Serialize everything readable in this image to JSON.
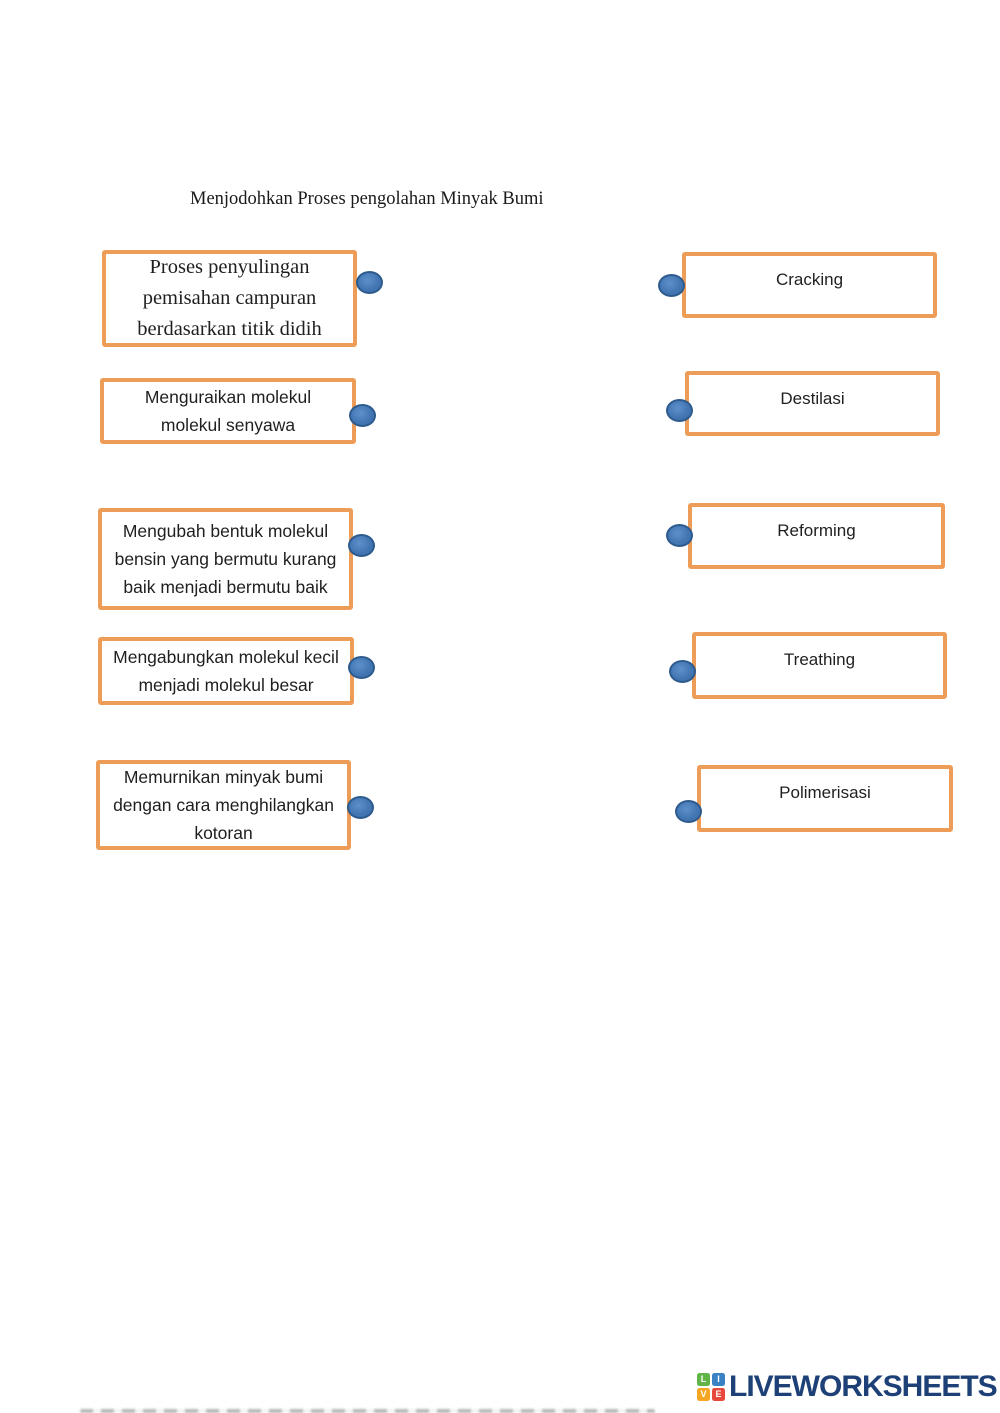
{
  "page": {
    "title": "Menjodohkan Proses pengolahan Minyak Bumi"
  },
  "colors": {
    "box_border_orange": "#ED9D57",
    "dot_fill_blue": "#4478B5",
    "dot_outline_blue": "#2E5B8E",
    "text_ink": "#1F1F1F",
    "brand_navy": "#1D4077"
  },
  "matching": {
    "left": [
      {
        "text": "Proses penyulingan\npemisahan campuran\nberdasarkan titik didih"
      },
      {
        "text": "Menguraikan molekul\nmolekul senyawa"
      },
      {
        "text": "Mengubah bentuk molekul\nbensin yang bermutu kurang\nbaik menjadi bermutu baik"
      },
      {
        "text": "Mengabungkan molekul kecil\nmenjadi molekul besar"
      },
      {
        "text": "Memurnikan minyak bumi\ndengan cara menghilangkan\nkotoran"
      }
    ],
    "right": [
      {
        "label": "Cracking"
      },
      {
        "label": "Destilasi"
      },
      {
        "label": "Reforming"
      },
      {
        "label": "Treathing"
      },
      {
        "label": "Polimerisasi"
      }
    ]
  },
  "footer": {
    "brand": "LIVEWORKSHEETS",
    "tiles": [
      {
        "letter": "L",
        "color": "#61B546"
      },
      {
        "letter": "I",
        "color": "#3B82C4"
      },
      {
        "letter": "V",
        "color": "#F5A623"
      },
      {
        "letter": "E",
        "color": "#E8483B"
      }
    ]
  }
}
